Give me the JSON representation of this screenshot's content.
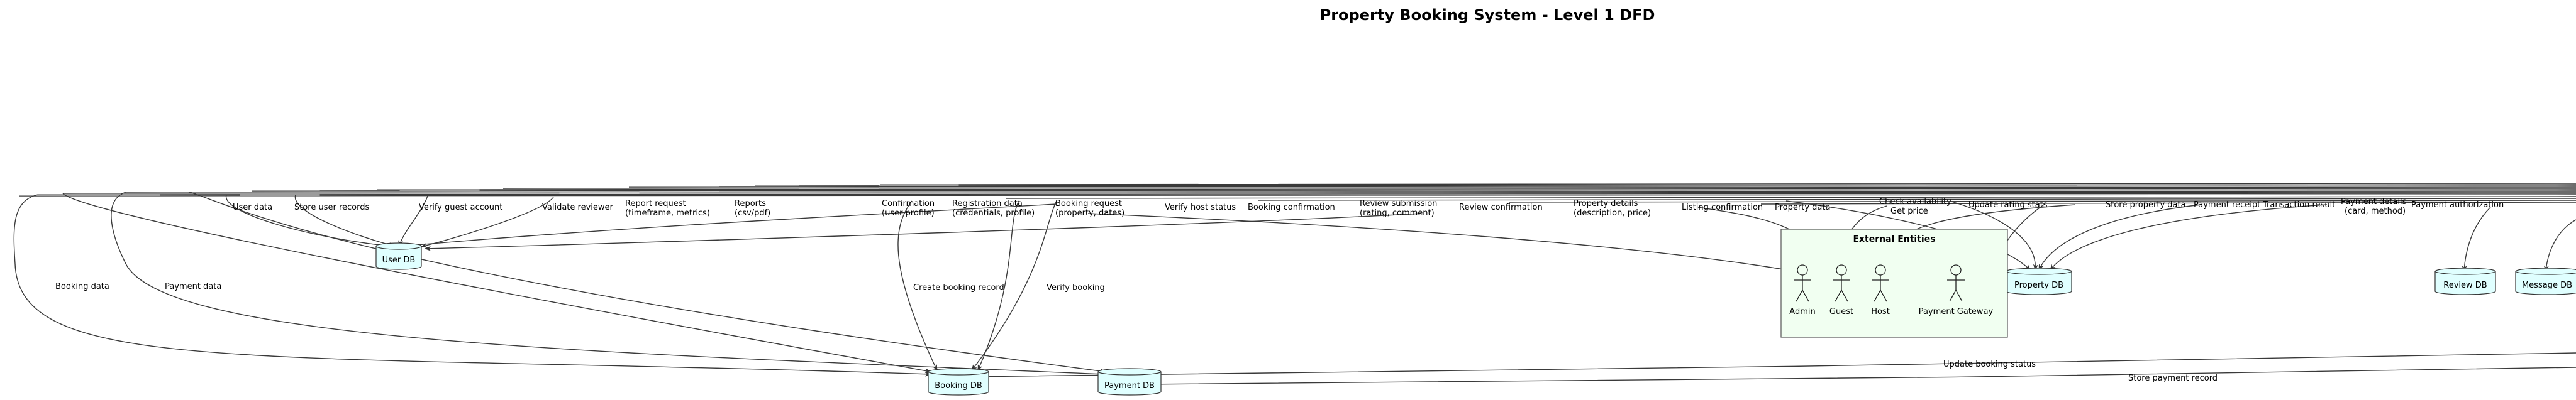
{
  "diagram": {
    "title": "Property Booking System - Level 1 DFD",
    "stores": {
      "user_db": "User DB",
      "property_db": "Property DB",
      "booking_db": "Booking DB",
      "payment_db": "Payment DB",
      "review_db": "Review DB",
      "message_db": "Message DB"
    },
    "external": {
      "label": "External Entities",
      "actors": {
        "admin": "Admin",
        "guest": "Guest",
        "host": "Host",
        "payment_gateway": "Payment Gateway"
      }
    },
    "flows": {
      "booking_data": "Booking data",
      "payment_data": "Payment data",
      "user_data": "User data",
      "store_user_records": "Store user records",
      "verify_guest_account": "Verify guest account",
      "validate_reviewer": "Validate reviewer",
      "report_request": [
        "Report request",
        "(timeframe, metrics)"
      ],
      "reports": [
        "Reports",
        "(csv/pdf)"
      ],
      "confirmation": [
        "Confirmation",
        "(user profile)"
      ],
      "registration_data": [
        "Registration data",
        "(credentials, profile)"
      ],
      "booking_request": [
        "Booking request",
        "(property, dates)"
      ],
      "verify_host_status": "Verify host status",
      "booking_confirmation": "Booking confirmation",
      "review_submission": [
        "Review submission",
        "(rating, comment)"
      ],
      "review_confirmation": "Review confirmation",
      "property_details": [
        "Property details",
        "(description, price)"
      ],
      "listing_confirmation": "Listing confirmation",
      "property_data": "Property data",
      "check_availability": "Check availability",
      "get_price": "Get price",
      "update_rating_stats": "Update rating stats",
      "store_property_data": "Store property data",
      "payment_receipt": "Payment receipt",
      "transaction_result": "Transaction result",
      "payment_details": [
        "Payment details",
        "(card, method)"
      ],
      "payment_authorization": "Payment authorization",
      "create_booking_record": "Create booking record",
      "verify_booking": "Verify booking",
      "update_booking_status": "Update booking status",
      "store_payment_record": "Store payment record"
    }
  }
}
